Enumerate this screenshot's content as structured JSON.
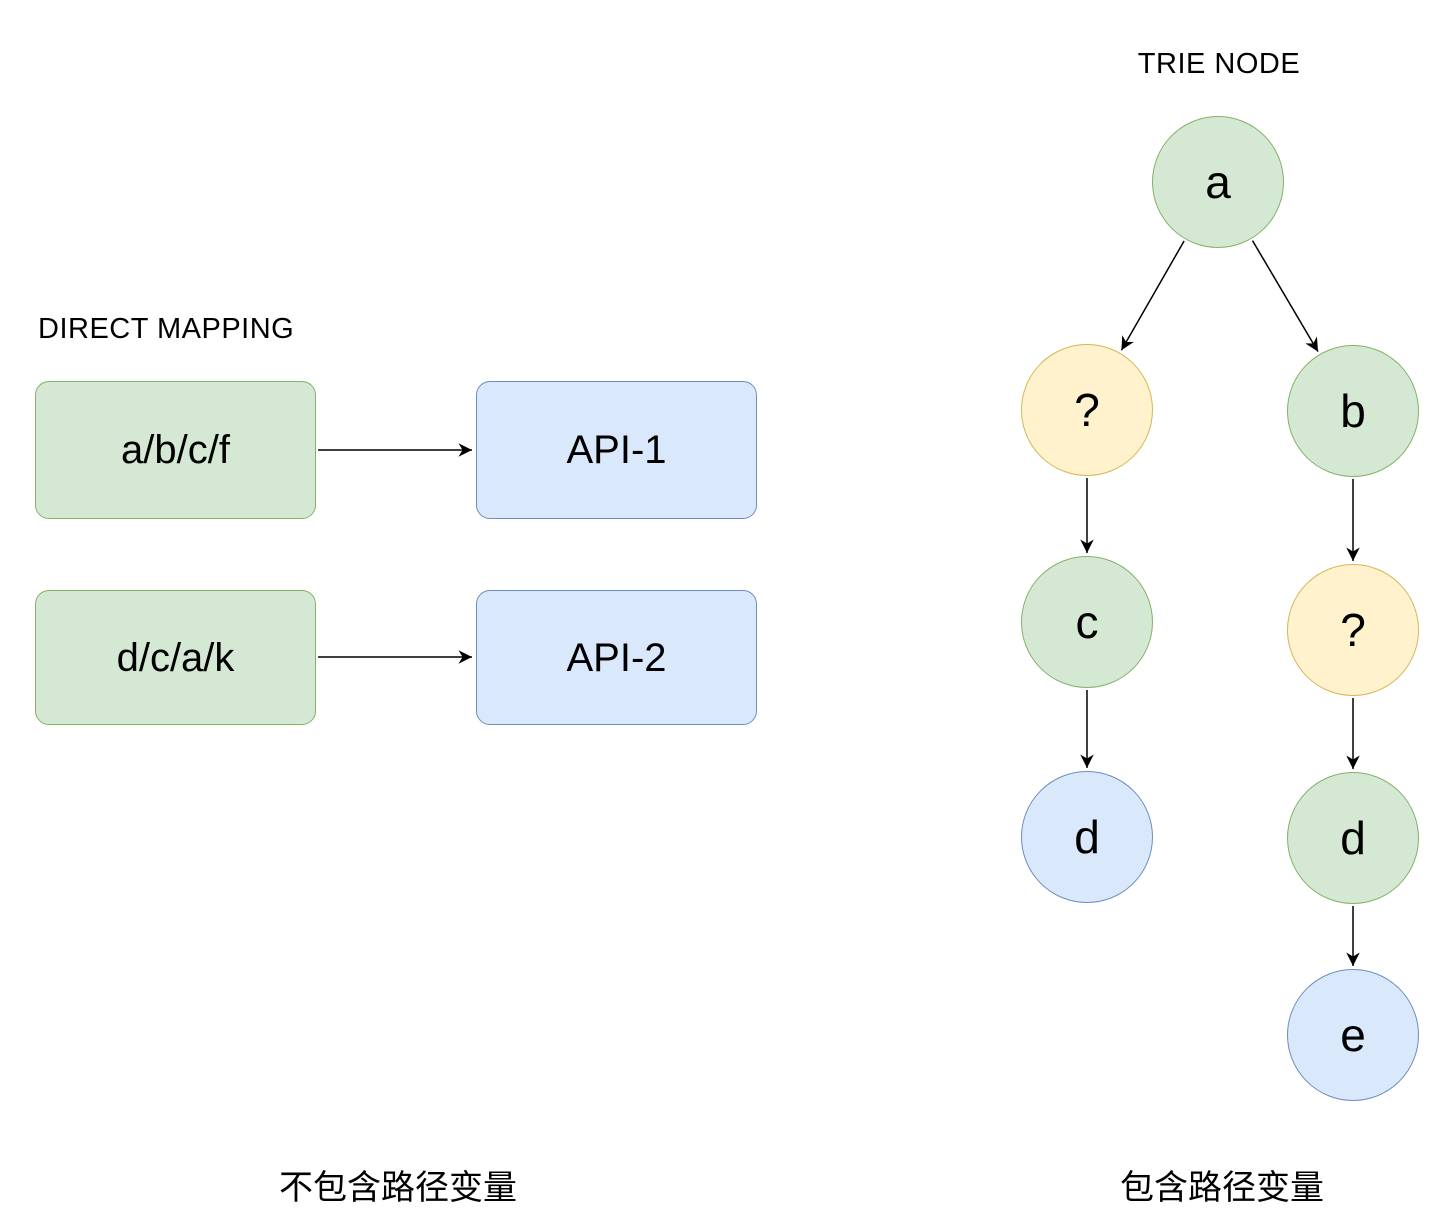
{
  "colors": {
    "green_fill": "#d5e8d4",
    "green_border": "#82b366",
    "blue_fill": "#dae8fc",
    "blue_border": "#6c8ebf",
    "yellow_fill": "#fff2cc",
    "yellow_border": "#d6b656",
    "arrow": "#000000"
  },
  "left": {
    "title": "DIRECT MAPPING",
    "caption": "不包含路径变量",
    "mappings": [
      {
        "path": "a/b/c/f",
        "api": "API-1"
      },
      {
        "path": "d/c/a/k",
        "api": "API-2"
      }
    ]
  },
  "right": {
    "title": "TRIE NODE",
    "caption": "包含路径变量",
    "nodes": [
      {
        "id": "a",
        "label": "a",
        "color": "green"
      },
      {
        "id": "q1",
        "label": "?",
        "color": "yellow"
      },
      {
        "id": "b",
        "label": "b",
        "color": "green"
      },
      {
        "id": "c",
        "label": "c",
        "color": "green"
      },
      {
        "id": "q2",
        "label": "?",
        "color": "yellow"
      },
      {
        "id": "d1",
        "label": "d",
        "color": "blue"
      },
      {
        "id": "d2",
        "label": "d",
        "color": "green"
      },
      {
        "id": "e",
        "label": "e",
        "color": "blue"
      }
    ],
    "edges": [
      [
        "a",
        "q1"
      ],
      [
        "a",
        "b"
      ],
      [
        "q1",
        "c"
      ],
      [
        "c",
        "d1"
      ],
      [
        "b",
        "q2"
      ],
      [
        "q2",
        "d2"
      ],
      [
        "d2",
        "e"
      ]
    ]
  }
}
